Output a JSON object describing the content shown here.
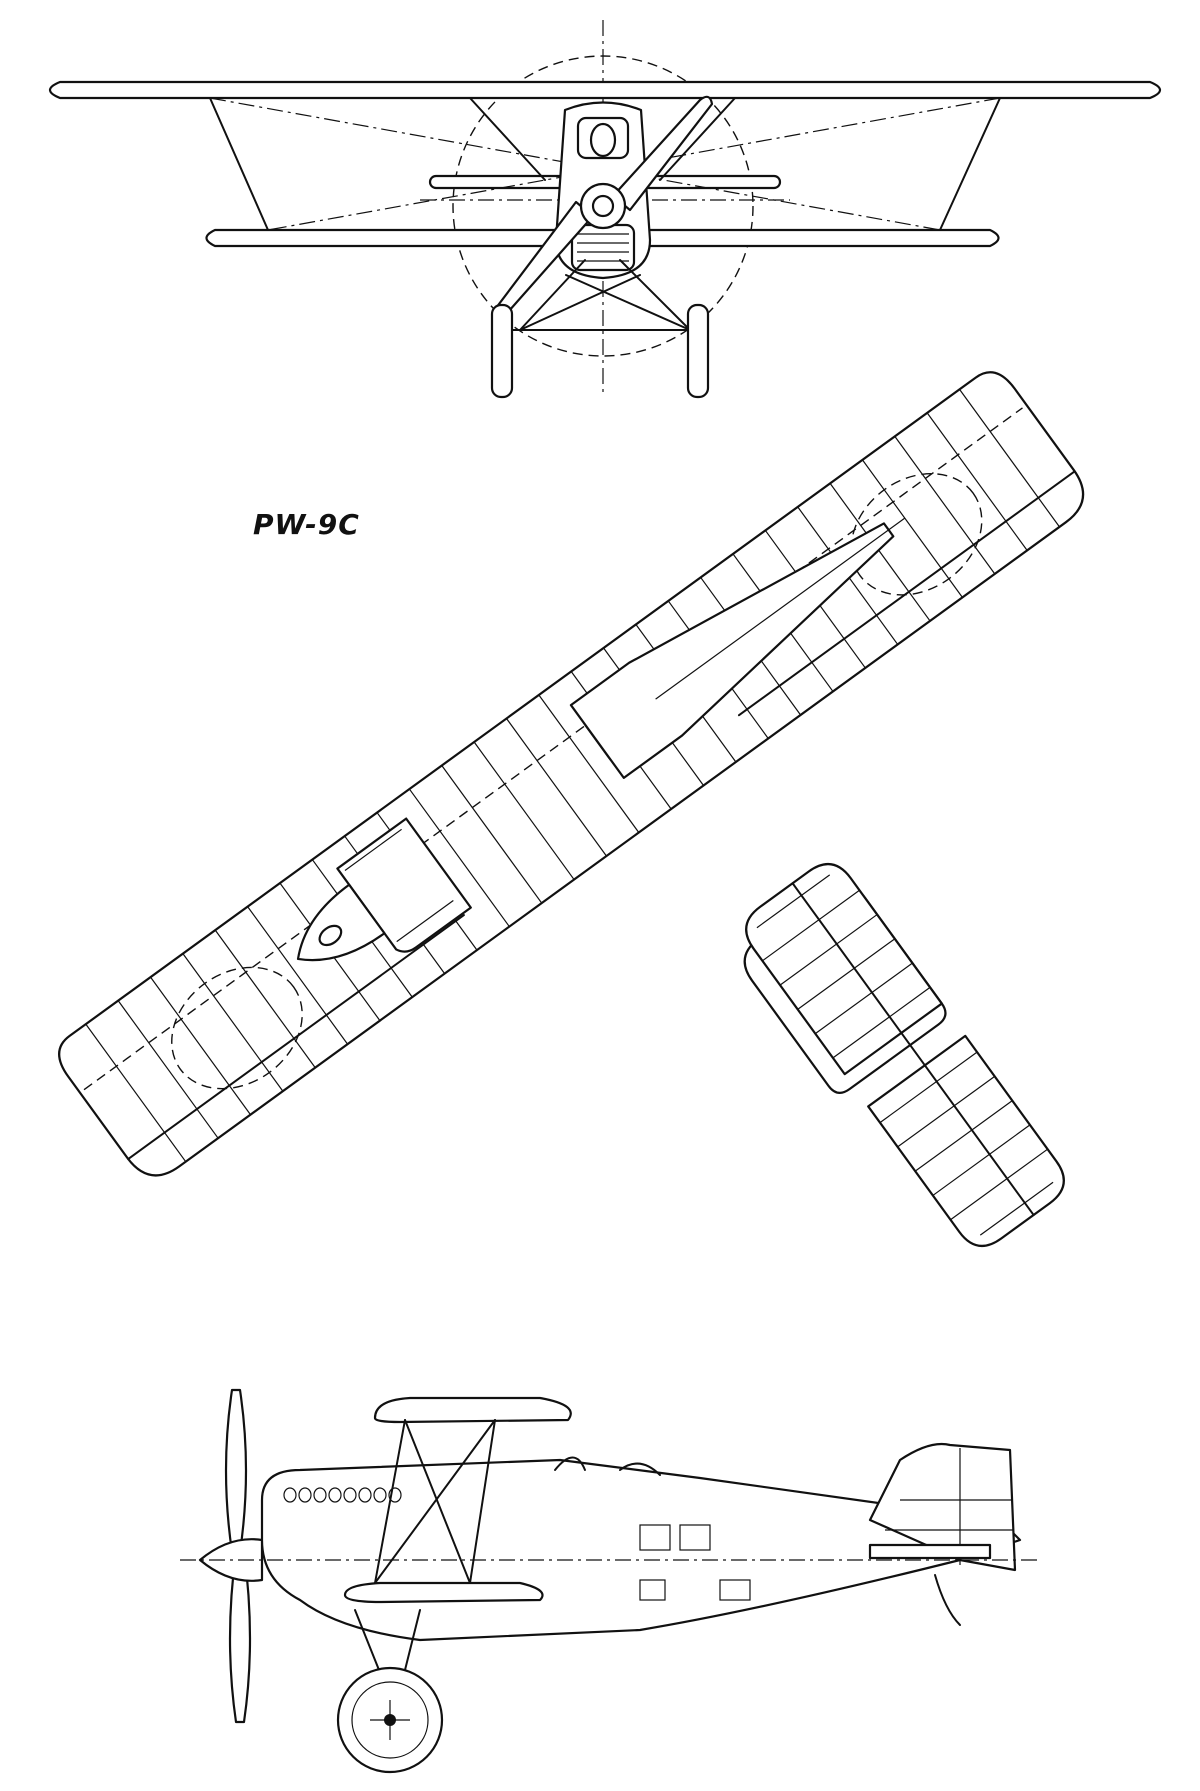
{
  "drawing": {
    "designation": "PW-9C"
  },
  "views": [
    {
      "id": "front",
      "icon": "biplane-front-view"
    },
    {
      "id": "plan",
      "icon": "biplane-plan-view"
    },
    {
      "id": "side",
      "icon": "biplane-side-view"
    }
  ]
}
